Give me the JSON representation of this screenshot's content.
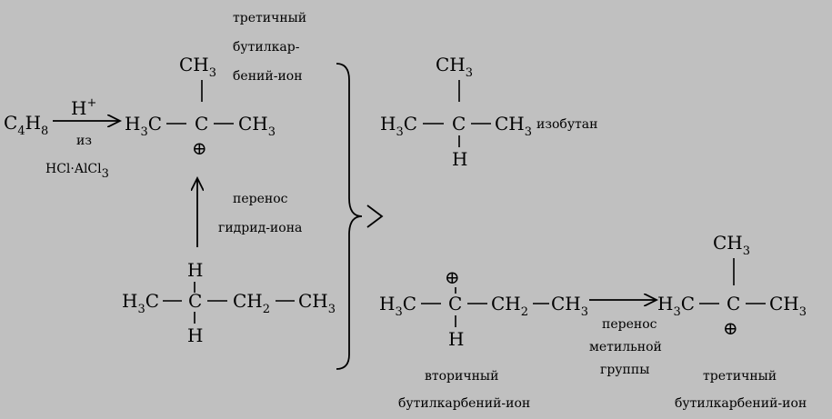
{
  "colors": {
    "background": "#c0c0c0",
    "ink": "#000000"
  },
  "reactant": {
    "main": "C",
    "sub1": "4",
    "h": "H",
    "sub2": "8"
  },
  "reagent": {
    "top": "H",
    "top_sup": "+",
    "mid": "из",
    "bottom_a": "HCl·AlCl",
    "bottom_sub": "3"
  },
  "tert_cation_1": {
    "methyl_top": "CH",
    "methyl_top_sub": "3",
    "left": "H",
    "left_sub": "3",
    "left_c": "C",
    "center": "C",
    "right": "CH",
    "right_sub": "3",
    "charge": "⊕",
    "label_1": "третичный",
    "label_2": "бутилкар-",
    "label_3": "бений-ион"
  },
  "hydride_transfer": {
    "line_1": "перенос",
    "line_2": "гидрид-иона"
  },
  "butane": {
    "h_top": "H",
    "h_bottom": "H",
    "left": "H",
    "left_sub": "3",
    "left_c": "C",
    "center": "C",
    "ch2": "CH",
    "ch2_sub": "2",
    "right": "CH",
    "right_sub": "3"
  },
  "isobutane": {
    "methyl_top": "CH",
    "methyl_top_sub": "3",
    "left": "H",
    "left_sub": "3",
    "left_c": "C",
    "center": "C",
    "right": "CH",
    "right_sub": "3",
    "h_bottom": "H",
    "name": "изобутан"
  },
  "sec_cation": {
    "charge": "⊕",
    "left": "H",
    "left_sub": "3",
    "left_c": "C",
    "center": "C",
    "ch2": "CH",
    "ch2_sub": "2",
    "right": "CH",
    "right_sub": "3",
    "h_bottom": "H",
    "label_1": "вторичный",
    "label_2": "бутилкарбений-ион"
  },
  "methyl_transfer": {
    "line_1": "перенос",
    "line_2": "метильной",
    "line_3": "группы"
  },
  "tert_cation_2": {
    "methyl_top": "CH",
    "methyl_top_sub": "3",
    "left": "H",
    "left_sub": "3",
    "left_c": "C",
    "center": "C",
    "right": "CH",
    "right_sub": "3",
    "charge": "⊕",
    "label_1": "третичный",
    "label_2": "бутилкарбений-ион"
  }
}
